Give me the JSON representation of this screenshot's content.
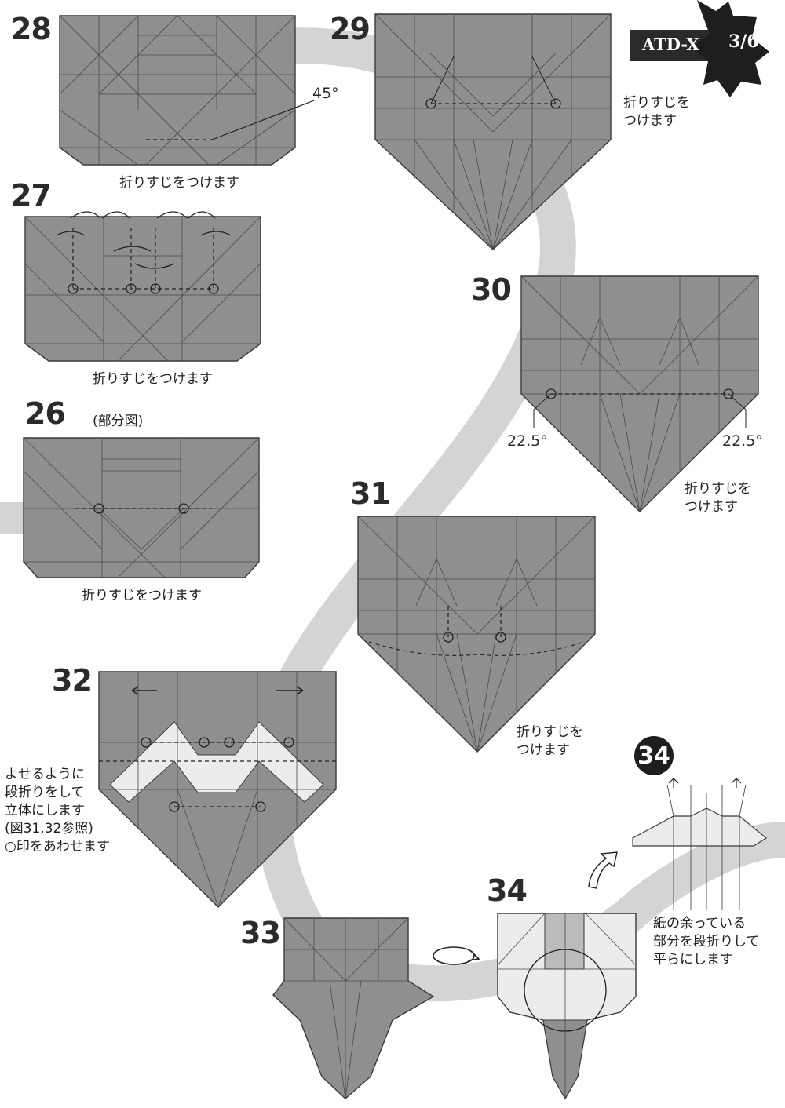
{
  "header": {
    "title": "ATD-X",
    "page": "3/6"
  },
  "steps": {
    "s26": {
      "number": "26",
      "note": "(部分図)",
      "caption": "折りすじをつけます"
    },
    "s27": {
      "number": "27",
      "caption": "折りすじをつけます"
    },
    "s28": {
      "number": "28",
      "caption": "折りすじをつけます",
      "angle": "45°"
    },
    "s29": {
      "number": "29",
      "caption": [
        "折りすじを",
        "つけます"
      ]
    },
    "s30": {
      "number": "30",
      "caption": [
        "折りすじを",
        "つけます"
      ],
      "angle_left": "22.5°",
      "angle_right": "22.5°"
    },
    "s31": {
      "number": "31",
      "caption": [
        "折りすじを",
        "つけます"
      ]
    },
    "s32": {
      "number": "32",
      "caption": [
        "よせるように",
        "段折りをして",
        "立体にします",
        "(図31,32参照)",
        "○印をあわせます"
      ]
    },
    "s33": {
      "number": "33"
    },
    "s34": {
      "number": "34"
    },
    "s34b": {
      "number": "34",
      "caption": [
        "紙の余っている",
        "部分を段折りして",
        "平らにします"
      ]
    }
  },
  "colors": {
    "paper": "#8f8f8f",
    "paper_light": "#ececec",
    "crease": "#4a4a4a",
    "path_band": "#d2d2d2",
    "badge": "#2a2a2a"
  }
}
